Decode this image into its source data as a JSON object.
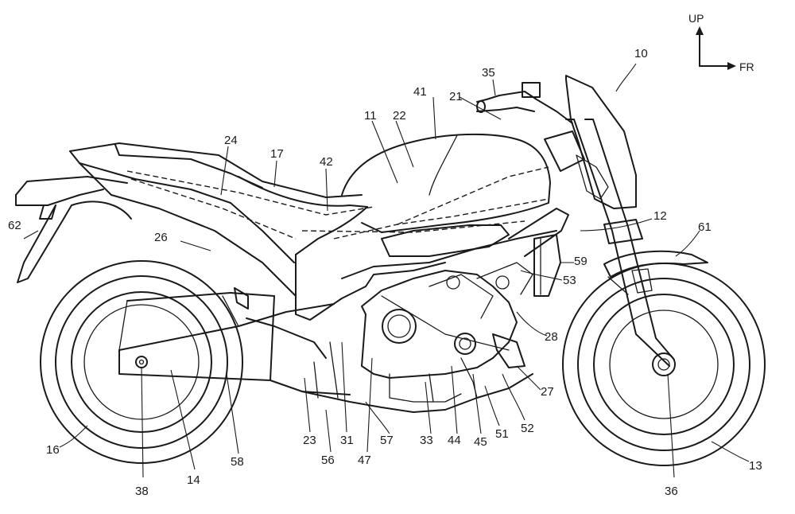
{
  "figure": {
    "title": "Motorcycle patent side-view drawing",
    "reference_numeral": "10"
  },
  "orientation": {
    "up_label": "UP",
    "front_label": "FR"
  },
  "labels": {
    "n10": "10",
    "n11": "11",
    "n12": "12",
    "n13": "13",
    "n14": "14",
    "n16": "16",
    "n17": "17",
    "n21": "21",
    "n22": "22",
    "n23": "23",
    "n24": "24",
    "n26": "26",
    "n27": "27",
    "n28": "28",
    "n31": "31",
    "n33": "33",
    "n35": "35",
    "n36": "36",
    "n38": "38",
    "n41": "41",
    "n42": "42",
    "n44": "44",
    "n45": "45",
    "n47": "47",
    "n51": "51",
    "n52": "52",
    "n53": "53",
    "n56": "56",
    "n57": "57",
    "n58": "58",
    "n59": "59",
    "n61": "61",
    "n62": "62"
  },
  "colors": {
    "ink": "#1a1a1a",
    "paper": "#ffffff"
  }
}
